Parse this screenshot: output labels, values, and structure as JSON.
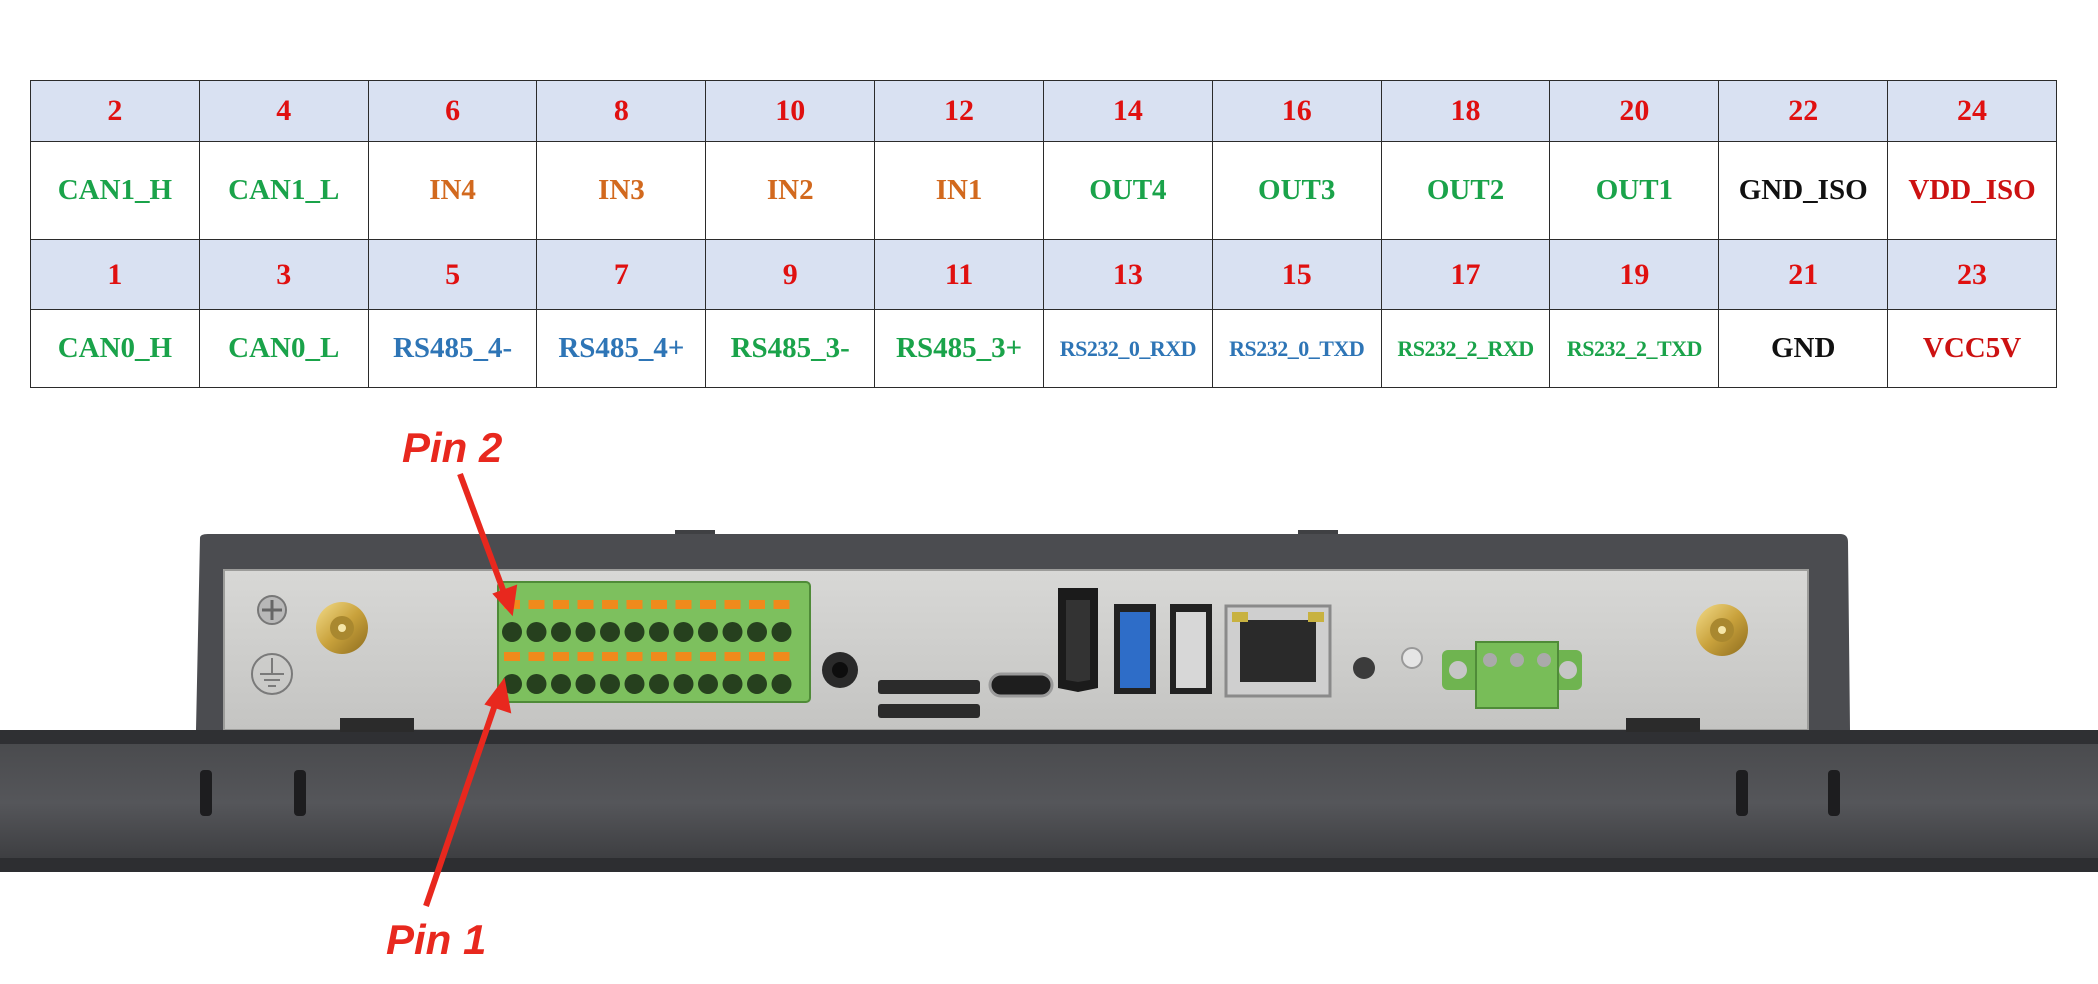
{
  "pinout": {
    "top_numbers": [
      "2",
      "4",
      "6",
      "8",
      "10",
      "12",
      "14",
      "16",
      "18",
      "20",
      "22",
      "24"
    ],
    "top_signals": [
      {
        "label": "CAN1_H",
        "color": "#1aa34a"
      },
      {
        "label": "CAN1_L",
        "color": "#1aa34a"
      },
      {
        "label": "IN4",
        "color": "#d2691e"
      },
      {
        "label": "IN3",
        "color": "#d2691e"
      },
      {
        "label": "IN2",
        "color": "#d2691e"
      },
      {
        "label": "IN1",
        "color": "#d2691e"
      },
      {
        "label": "OUT4",
        "color": "#1aa34a"
      },
      {
        "label": "OUT3",
        "color": "#1aa34a"
      },
      {
        "label": "OUT2",
        "color": "#1aa34a"
      },
      {
        "label": "OUT1",
        "color": "#1aa34a"
      },
      {
        "label": "GND_ISO",
        "color": "#111111"
      },
      {
        "label": "VDD_ISO",
        "color": "#cc1111"
      }
    ],
    "bottom_numbers": [
      "1",
      "3",
      "5",
      "7",
      "9",
      "11",
      "13",
      "15",
      "17",
      "19",
      "21",
      "23"
    ],
    "bottom_signals": [
      {
        "label": "CAN0_H",
        "color": "#1aa34a"
      },
      {
        "label": "CAN0_L",
        "color": "#1aa34a"
      },
      {
        "label": "RS485_4-",
        "color": "#2e75b6"
      },
      {
        "label": "RS485_4+",
        "color": "#2e75b6"
      },
      {
        "label": "RS485_3-",
        "color": "#1aa34a"
      },
      {
        "label": "RS485_3+",
        "color": "#1aa34a"
      },
      {
        "label": "RS232_0_RXD",
        "color": "#2e75b6"
      },
      {
        "label": "RS232_0_TXD",
        "color": "#2e75b6"
      },
      {
        "label": "RS232_2_RXD",
        "color": "#1aa34a"
      },
      {
        "label": "RS232_2_TXD",
        "color": "#1aa34a"
      },
      {
        "label": "GND",
        "color": "#111111"
      },
      {
        "label": "VCC5V",
        "color": "#cc1111"
      }
    ],
    "number_color": "#e01010"
  },
  "callouts": {
    "pin2": "Pin 2",
    "pin1": "Pin 1",
    "color": "#e8281e"
  }
}
